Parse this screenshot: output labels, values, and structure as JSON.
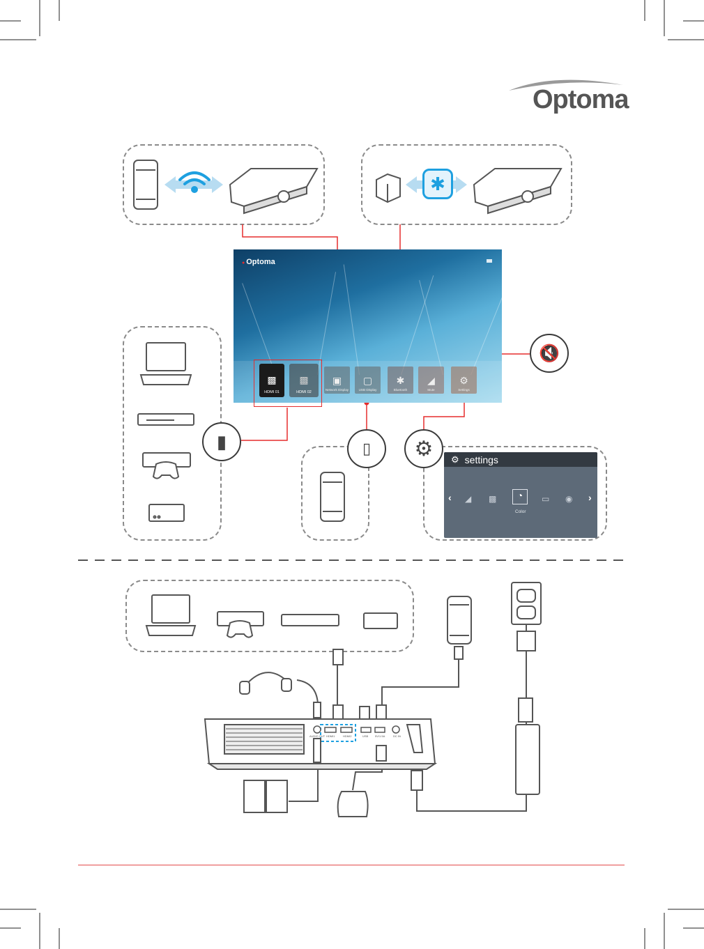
{
  "brand": {
    "name": "Optoma",
    "screen_name": "Optoma"
  },
  "colors": {
    "accent": "#e52d2d",
    "bluetooth": "#1ea0e0",
    "wifi": "#1ea0e0",
    "panel": "#5d6a78"
  },
  "home_menu": {
    "tiles": [
      {
        "label": "HDMI 01",
        "icon": "hdmi-icon"
      },
      {
        "label": "HDMI 02",
        "icon": "hdmi-icon"
      },
      {
        "label": "Network Display",
        "icon": "network-display-icon"
      },
      {
        "label": "USB Display",
        "icon": "usb-display-icon"
      },
      {
        "label": "Bluetooth",
        "icon": "bluetooth-icon"
      },
      {
        "label": "Mute",
        "icon": "mute-icon"
      },
      {
        "label": "Settings",
        "icon": "gear-icon"
      }
    ]
  },
  "settings_panel": {
    "title": "settings",
    "prev": "‹",
    "next": "›",
    "items": [
      "volume-icon",
      "system-settings-icon",
      "color-icon",
      "display-icon",
      "globe-icon"
    ],
    "selected_label": "Color"
  },
  "ports": [
    "AUDIO OUT",
    "HDMI1",
    "HDMI2",
    "USB",
    "5V/1.5A",
    "DC IN"
  ],
  "icons": {
    "wifi": "wifi-icon",
    "bluetooth": "bluetooth-icon",
    "mute": "mute-icon",
    "hdmi_cable": "hdmi-cable-icon",
    "usb_cable": "usb-cable-icon",
    "gear": "gear-icon"
  }
}
